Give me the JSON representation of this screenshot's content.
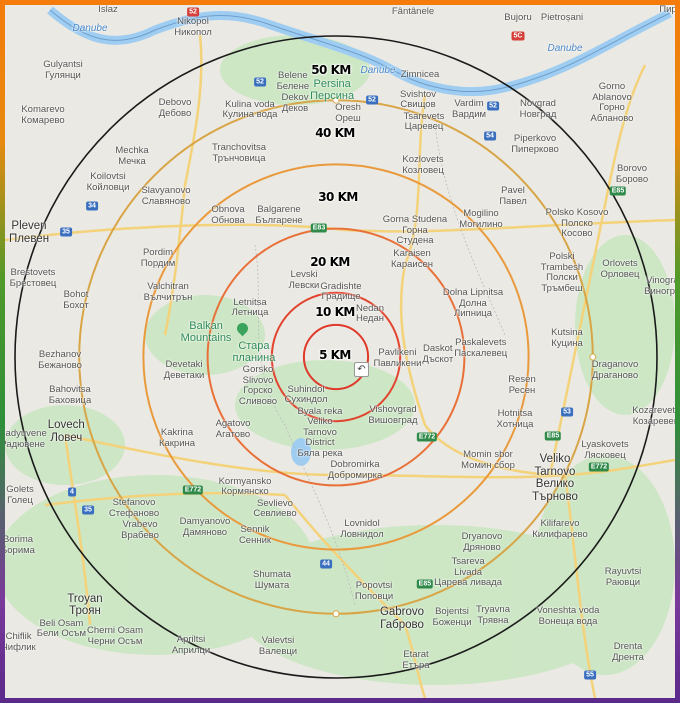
{
  "map": {
    "rings": [
      {
        "label": "5 KM",
        "km": 5,
        "color": "#e0392b"
      },
      {
        "label": "10 KM",
        "km": 10,
        "color": "#e2452f"
      },
      {
        "label": "20 KM",
        "km": 20,
        "color": "#e8713a"
      },
      {
        "label": "30 KM",
        "km": 30,
        "color": "#e99a3c"
      },
      {
        "label": "40 KM",
        "km": 40,
        "color": "#d8a546"
      },
      {
        "label": "50 KM",
        "km": 50,
        "color": "#1a1a1a"
      }
    ],
    "center_marker_icon": "undo-arrow-icon",
    "places": [
      {
        "t": "Islaz"
      },
      {
        "t": "Nikopol\nНикопол"
      },
      {
        "t": "Fântânele"
      },
      {
        "t": "Bujoru"
      },
      {
        "t": "Pietroșani"
      },
      {
        "t": "Пир"
      },
      {
        "t": "Danube",
        "k": "river"
      },
      {
        "t": "Danube",
        "k": "river"
      },
      {
        "t": "Danube",
        "k": "river"
      },
      {
        "t": "Gulyantsi\nГулянци"
      },
      {
        "t": "Persina\nПерсина",
        "k": "green"
      },
      {
        "t": "Belene\nБелене"
      },
      {
        "t": "Zimnicea"
      },
      {
        "t": "Svishtov\nСвищов"
      },
      {
        "t": "Vardim\nВардим"
      },
      {
        "t": "Gorno\nAblanovo\nГорно\nАбланово"
      },
      {
        "t": "Novgrad\nНовград"
      },
      {
        "t": "Debovo\nДебово"
      },
      {
        "t": "Kulina voda\nКулина вода"
      },
      {
        "t": "Dekov\nДеков"
      },
      {
        "t": "Oresh\nОреш"
      },
      {
        "t": "Tsarevets\nЦаревец"
      },
      {
        "t": "Komarevo\nКомарево"
      },
      {
        "t": "Piperkovo\nПиперково"
      },
      {
        "t": "Mechka\nМечка"
      },
      {
        "t": "Kozlovets\nКозловец"
      },
      {
        "t": "Koilovtsi\nКойловци"
      },
      {
        "t": "Tranchovitsa\nТрънчовица"
      },
      {
        "t": "Slavyanovo\nСлавяново"
      },
      {
        "t": "Pavel\nПавел"
      },
      {
        "t": "Borovo\nБорово"
      },
      {
        "t": "Obnova\nОбнова"
      },
      {
        "t": "Balgarene\nБългарене"
      },
      {
        "t": "Gorna Studena\nГорна\nСтудена"
      },
      {
        "t": "Mogilino\nМогилино"
      },
      {
        "t": "Polsko Kosovo\nПолско\nКосово"
      },
      {
        "t": "Pleven\nПлевен",
        "k": "big"
      },
      {
        "t": "Pordim\nПордим"
      },
      {
        "t": "Levski\nЛевски"
      },
      {
        "t": "Karaisen\nКараисен"
      },
      {
        "t": "Polski\nTrambesh\nПолски\nТръмбеш"
      },
      {
        "t": "Orlovets\nОрловец"
      },
      {
        "t": "Brestovets\nБрестовец"
      },
      {
        "t": "Valchitran\nВълчитрън"
      },
      {
        "t": "Gradishte\nГрадище"
      },
      {
        "t": "Dolna Lipnitsa\nДолна\nЛипница"
      },
      {
        "t": "Vinograd\nВиноград"
      },
      {
        "t": "Bohot\nБохот"
      },
      {
        "t": "Letnitsa\nЛетница"
      },
      {
        "t": "Nedan\nНедан"
      },
      {
        "t": "Balkan\nMountains",
        "k": "green"
      },
      {
        "t": "Стара\nпланина",
        "k": "green"
      },
      {
        "t": "Paskalevets\nПаскалевец"
      },
      {
        "t": "Daskot\nДъскот"
      },
      {
        "t": "Kutsina\nКуцина"
      },
      {
        "t": "Pavlikeni\nПавликени"
      },
      {
        "t": "Bezhanov\nБежаново"
      },
      {
        "t": "Devetaki\nДеветаки"
      },
      {
        "t": "Gorsko\nSlivovo\nГорско\nСливово"
      },
      {
        "t": "Draganovo\nДраганово"
      },
      {
        "t": "Suhindol\nСухиндол"
      },
      {
        "t": "Bahovitsa\nБаховица"
      },
      {
        "t": "Resen\nРесен"
      },
      {
        "t": "Byala reka\nVeliko\nTarnovo\nDistrict\nБяла река"
      },
      {
        "t": "Vishovgrad\nВишовград"
      },
      {
        "t": "Hotnitsa\nХотница"
      },
      {
        "t": "Kozarevets\nКозаревец"
      },
      {
        "t": "Radyuvene\nРадювене"
      },
      {
        "t": "Lovech\nЛовеч",
        "k": "big"
      },
      {
        "t": "Kakrina\nКакрина"
      },
      {
        "t": "Agatovo\nАгатово"
      },
      {
        "t": "Lyaskovets\nЛясковец"
      },
      {
        "t": "Momin sbor\nМомин сбор"
      },
      {
        "t": "Dobromirka\nДобромирка"
      },
      {
        "t": "Veliko\nTarnovo\nВелико\nТърново",
        "k": "big"
      },
      {
        "t": "Golets\nГолец"
      },
      {
        "t": "Kormyansko\nКормянско"
      },
      {
        "t": "Sevlievo\nСевлиево"
      },
      {
        "t": "Stefanovo\nСтефаново"
      },
      {
        "t": "Vrabevo\nВрабево"
      },
      {
        "t": "Kilifarevo\nКилифарево"
      },
      {
        "t": "Damyanovo\nДамяново"
      },
      {
        "t": "Lovnidol\nЛовнидол"
      },
      {
        "t": "Borima\nБорима"
      },
      {
        "t": "Sennik\nСенник"
      },
      {
        "t": "Dryanovo\nДряново"
      },
      {
        "t": "Tsareva\nLivada\nЦарева ливада"
      },
      {
        "t": "Shumata\nШумата"
      },
      {
        "t": "Rayuvtsi\nРаювци"
      },
      {
        "t": "Popovtsi\nПоповци"
      },
      {
        "t": "Gabrovo\nГаброво",
        "k": "big"
      },
      {
        "t": "Troyan\nТроян",
        "k": "big"
      },
      {
        "t": "Beli Osam\nБели Осъм"
      },
      {
        "t": "Bojentsi\nБоженци"
      },
      {
        "t": "Tryavna\nТрявна"
      },
      {
        "t": "Voneshta voda\nВонеща вода"
      },
      {
        "t": "Chiflik\nЧифлик"
      },
      {
        "t": "Cherni Osam\nЧерни Осъм"
      },
      {
        "t": "Apriltsi\nАприлци"
      },
      {
        "t": "Valevtsi\nВалевци"
      },
      {
        "t": "Drenta\nДрента"
      },
      {
        "t": "Etarat\nЕтъра"
      }
    ],
    "roads": [
      {
        "t": "52",
        "k": "ro"
      },
      {
        "t": "5C",
        "k": "ro"
      },
      {
        "t": "52",
        "k": "nat"
      },
      {
        "t": "52",
        "k": "nat"
      },
      {
        "t": "52",
        "k": "nat"
      },
      {
        "t": "54",
        "k": "nat"
      },
      {
        "t": "E85",
        "k": "eu"
      },
      {
        "t": "34",
        "k": "nat"
      },
      {
        "t": "35",
        "k": "nat"
      },
      {
        "t": "E83",
        "k": "eu"
      },
      {
        "t": "53",
        "k": "nat"
      },
      {
        "t": "E85",
        "k": "eu"
      },
      {
        "t": "E772",
        "k": "eu"
      },
      {
        "t": "E772",
        "k": "eu"
      },
      {
        "t": "E772",
        "k": "eu"
      },
      {
        "t": "4",
        "k": "nat"
      },
      {
        "t": "35",
        "k": "nat"
      },
      {
        "t": "44",
        "k": "nat"
      },
      {
        "t": "E85",
        "k": "eu"
      },
      {
        "t": "55",
        "k": "nat"
      }
    ]
  }
}
